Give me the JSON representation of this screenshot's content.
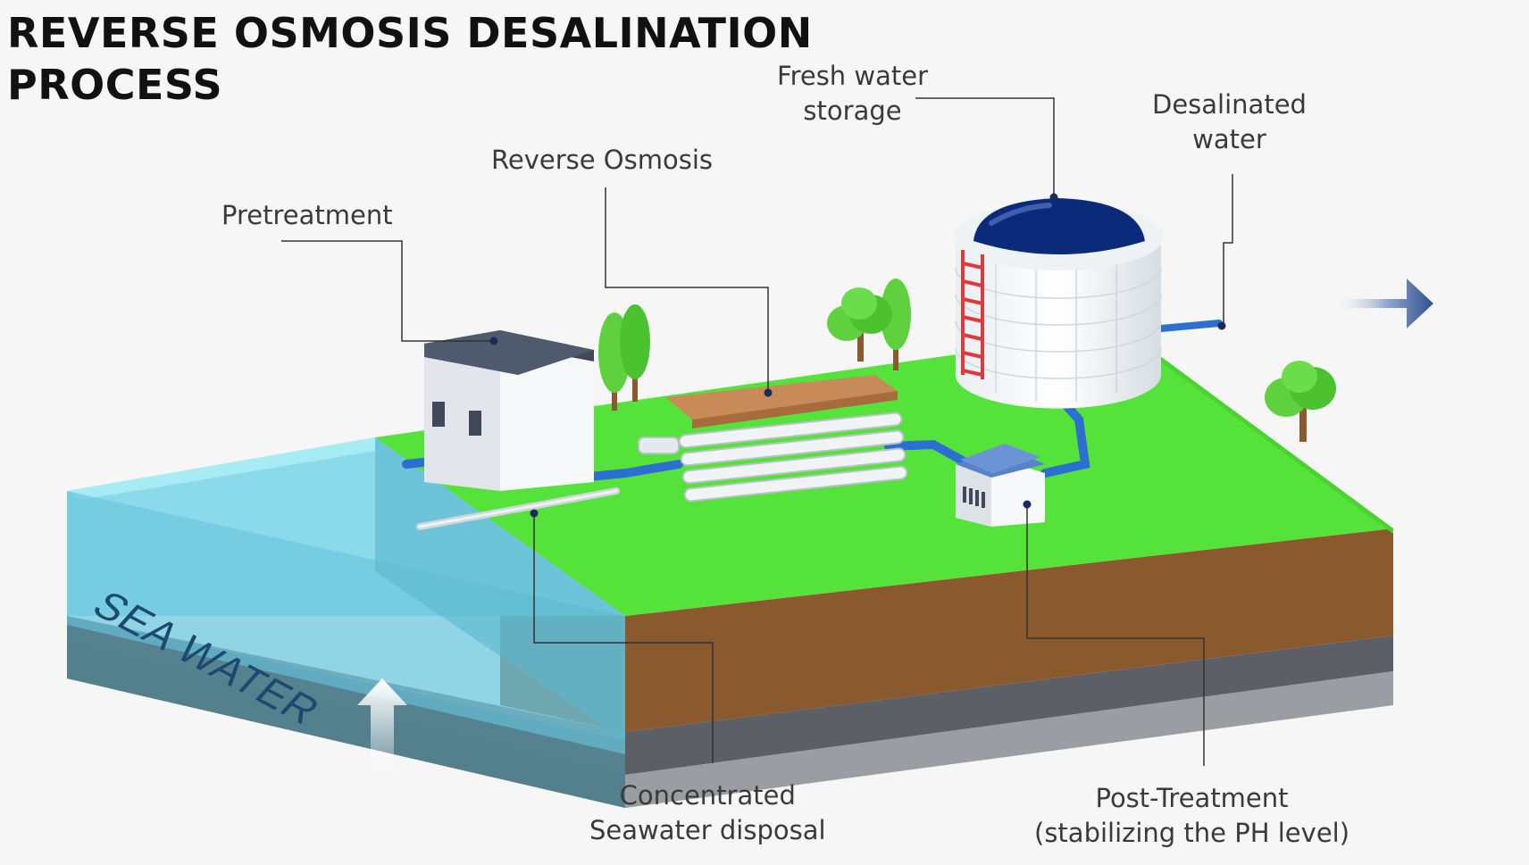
{
  "title": {
    "line1": "REVERSE OSMOSIS DESALINATION",
    "line2": "PROCESS"
  },
  "labels": {
    "fresh_water_storage": [
      "Fresh water",
      "storage"
    ],
    "desalinated_water": [
      "Desalinated",
      "water"
    ],
    "reverse_osmosis": "Reverse Osmosis",
    "pretreatment": "Pretreatment",
    "concentrated_disposal": [
      "Concentrated",
      "Seawater disposal"
    ],
    "post_treatment": [
      "Post-Treatment",
      "(stabilizing the PH level)"
    ],
    "sea_water": "SEA WATER"
  },
  "colors": {
    "grass": "#55e23a",
    "soil": "#8a5a2e",
    "water": "#79d6ea",
    "tank_dome": "#0b2a7a",
    "roof": "#4f5a6e",
    "ladder": "#e2383a",
    "pipe": "#2d6fd0",
    "arrow": "#2f4f8f"
  },
  "icons": [
    "flow-arrow-icon",
    "up-arrow-icon"
  ]
}
